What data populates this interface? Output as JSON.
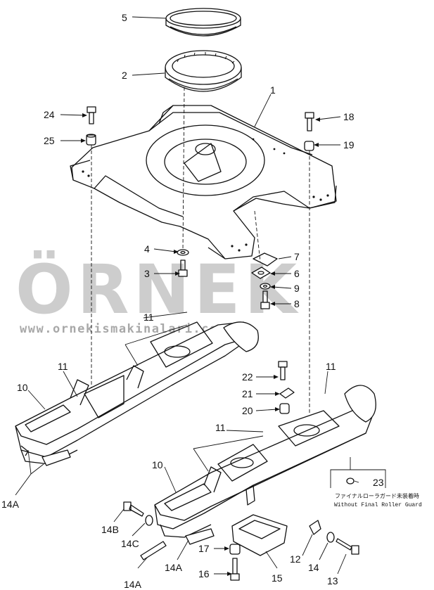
{
  "callouts": {
    "c1": "1",
    "c2": "2",
    "c3": "3",
    "c4": "4",
    "c5": "5",
    "c6": "6",
    "c7": "7",
    "c8": "8",
    "c9": "9",
    "c10a": "10",
    "c10b": "10",
    "c11a": "11",
    "c11b": "11",
    "c11c": "11",
    "c11d": "11",
    "c12": "12",
    "c13": "13",
    "c14": "14",
    "c14a1": "14A",
    "c14a2": "14A",
    "c14a3": "14A",
    "c14b": "14B",
    "c14c": "14C",
    "c15": "15",
    "c16": "16",
    "c17": "17",
    "c18": "18",
    "c19": "19",
    "c20": "20",
    "c21": "21",
    "c22": "22",
    "c23": "23",
    "c24": "24",
    "c25": "25"
  },
  "note": {
    "japanese": "ファイナルローラガード未装着時",
    "english": "Without Final Roller Guard"
  },
  "watermark": {
    "brand": "ÖRNEK",
    "url": "www.ornekismakinalari.com.tr"
  }
}
